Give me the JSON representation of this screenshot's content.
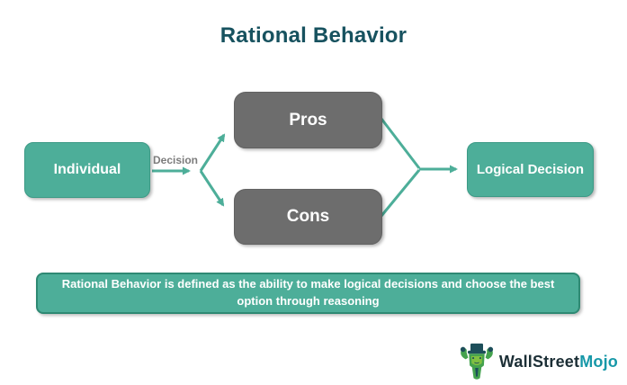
{
  "title": "Rational Behavior",
  "diagram": {
    "nodes": [
      {
        "id": "individual",
        "label": "Individual",
        "color": "#4DAE99"
      },
      {
        "id": "pros",
        "label": "Pros",
        "color": "#6D6D6D"
      },
      {
        "id": "cons",
        "label": "Cons",
        "color": "#6D6D6D"
      },
      {
        "id": "logical-decision",
        "label": "Logical Decision",
        "color": "#4DAE99"
      }
    ],
    "edge_label": "Decision",
    "arrow_color": "#4DAE99"
  },
  "caption": "Rational Behavior is defined as the ability to make logical decisions and choose the best option through reasoning",
  "logo": {
    "icon": "bull-mascot-icon",
    "text_primary": "WallStreet",
    "text_secondary": "Mojo",
    "color_primary": "#1C2F36",
    "color_secondary": "#1798A8"
  },
  "colors": {
    "background": "#FFFFFF",
    "title_text": "#17525F",
    "teal_box": "#4DAE99",
    "teal_box_border": "#3C9A86",
    "gray_box": "#6D6D6D",
    "box_text": "#FFFFFF",
    "edge_label_text": "#7C7C7C",
    "caption_border": "#2E8973"
  }
}
